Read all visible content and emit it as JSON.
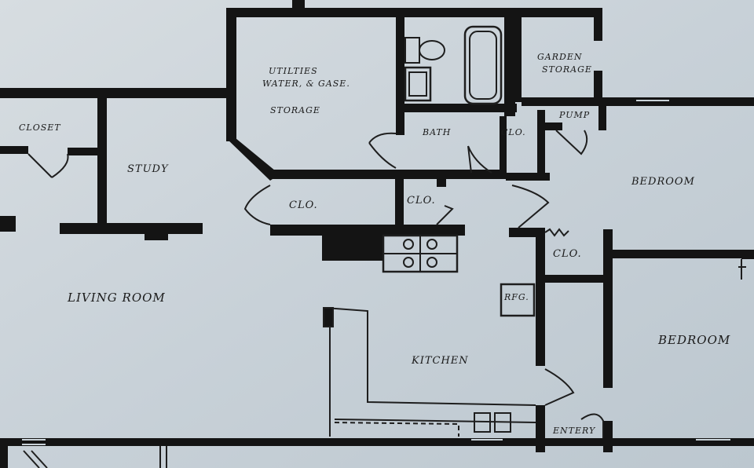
{
  "rooms": {
    "closet": "CLOSET",
    "study": "STUDY",
    "utilities_line1": "UTILTIES",
    "utilities_line2": "WATER, & GASE.",
    "storage": "STORAGE",
    "bath": "BATH",
    "clo_bath": "CLO.",
    "garden_storage_line1": "GARDEN",
    "garden_storage_line2": "STORAGE",
    "pump": "PUMP",
    "bedroom_top": "BEDROOM",
    "clo_left": "CLO.",
    "clo_center": "CLO.",
    "clo_right": "CLO.",
    "living_room": "LIVING ROOM",
    "refrigerator": "RFG.",
    "kitchen": "KITCHEN",
    "bedroom_bottom": "BEDROOM",
    "entry": "ENTERY"
  },
  "colors": {
    "paper": "#c9d2d8",
    "wall": "#141414",
    "line": "#1e1e1e"
  }
}
